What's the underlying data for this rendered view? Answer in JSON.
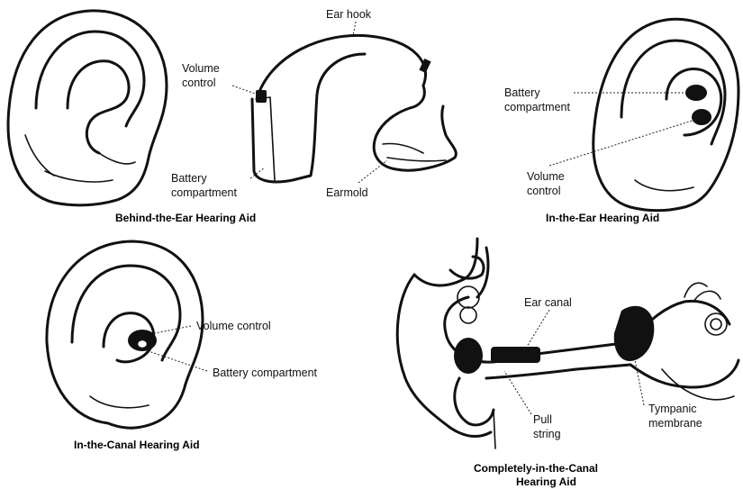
{
  "panels": {
    "bte": {
      "caption": "Behind-the-Ear Hearing Aid",
      "labels": {
        "ear_hook": "Ear hook",
        "volume_control_1": "Volume",
        "volume_control_2": "control",
        "battery_1": "Battery",
        "battery_2": "compartment",
        "earmold": "Earmold"
      }
    },
    "ite": {
      "caption": "In-the-Ear Hearing Aid",
      "labels": {
        "battery_1": "Battery",
        "battery_2": "compartment",
        "volume_1": "Volume",
        "volume_2": "control"
      }
    },
    "itc": {
      "caption": "In-the-Canal Hearing Aid",
      "labels": {
        "volume": "Volume control",
        "battery": "Battery compartment"
      }
    },
    "cic": {
      "caption_1": "Completely-in-the-Canal",
      "caption_2": "Hearing Aid",
      "labels": {
        "ear_canal": "Ear canal",
        "pull_1": "Pull",
        "pull_2": "string",
        "tympanic_1": "Tympanic",
        "tympanic_2": "membrane"
      }
    }
  }
}
